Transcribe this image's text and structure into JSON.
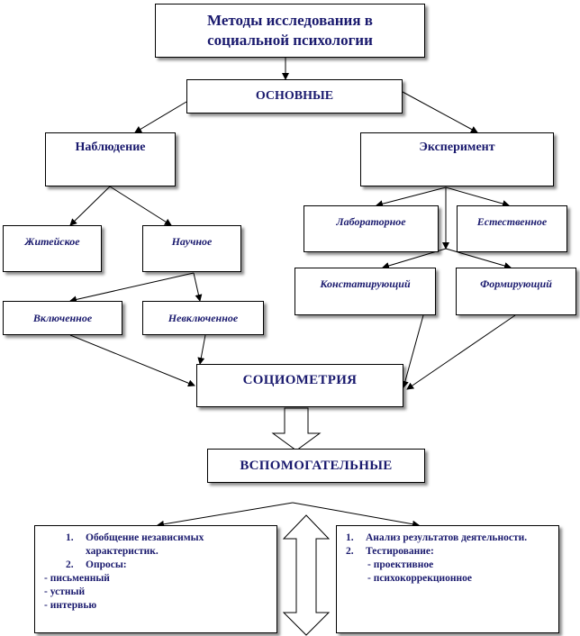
{
  "title": {
    "line1": "Методы  исследования в",
    "line2": "социальной психологии"
  },
  "main_group": "ОСНОВНЫЕ",
  "observation": "Наблюдение",
  "experiment": "Эксперимент",
  "everyday": "Житейское",
  "scientific": "Научное",
  "included": "Включенное",
  "non_included": "Невключенное",
  "laboratory": "Лабораторное",
  "natural": "Естественное",
  "ascertaining": "Констатирующий",
  "forming": "Формирующий",
  "sociometry": "СОЦИОМЕТРИЯ",
  "auxiliary": "ВСПОМОГАТЕЛЬНЫЕ",
  "left_list": {
    "item1_num": "1.",
    "item1": "Обобщение независимых характеристик.",
    "item2_num": "2.",
    "item2": "Опросы:",
    "sub": [
      "- письменный",
      "- устный",
      "- интервью"
    ]
  },
  "right_list": {
    "item1_num": "1.",
    "item1": "Анализ результатов деятельности.",
    "item2_num": "2.",
    "item2": "Тестирование:",
    "sub": [
      "- проективное",
      "- психокоррекционное"
    ]
  }
}
